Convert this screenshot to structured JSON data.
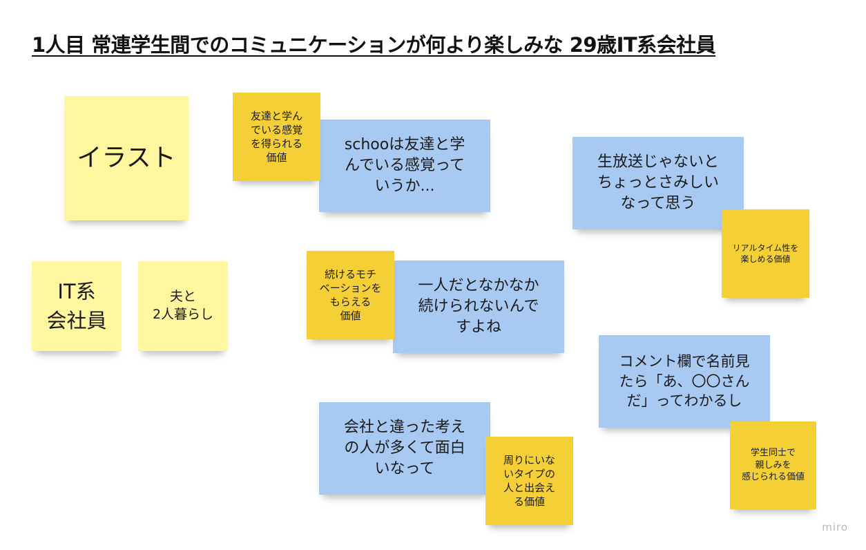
{
  "board": {
    "title": "1人目 常連学生間でのコミュニケーションが何より楽しみな 29歳IT系会社員",
    "watermark": "miro"
  },
  "colors": {
    "pale_yellow": "#fff7a0",
    "yellow": "#f5cf36",
    "blue": "#a8c9f2"
  },
  "notes": {
    "illust": "イラスト",
    "job": "IT系\n会社員",
    "living": "夫と\n2人暮らし",
    "value_friends": "友達と学ん\nでいる感覚\nを得られる\n価値",
    "quote_friends": "schooは友達と学\nんでいる感覚って\nいうか...",
    "value_motivation": "続けるモチ\nベーションを\nもらえる\n価値",
    "quote_alone": "一人だとなかなか\n続けられないんで\nすよね",
    "quote_company": "会社と違った考え\nの人が多くて面白\nいなって",
    "value_different": "周りにいな\nいタイプの\n人と出会え\nる価値",
    "quote_live": "生放送じゃないと\nちょっとさみしい\nなって思う",
    "value_realtime": "リアルタイム性を\n楽しめる価値",
    "quote_comment": "コメント欄で名前見\nたら「あ、〇〇さん\nだ」ってわかるし",
    "value_students": "学生同士で\n親しみを\n感じられる価値"
  }
}
